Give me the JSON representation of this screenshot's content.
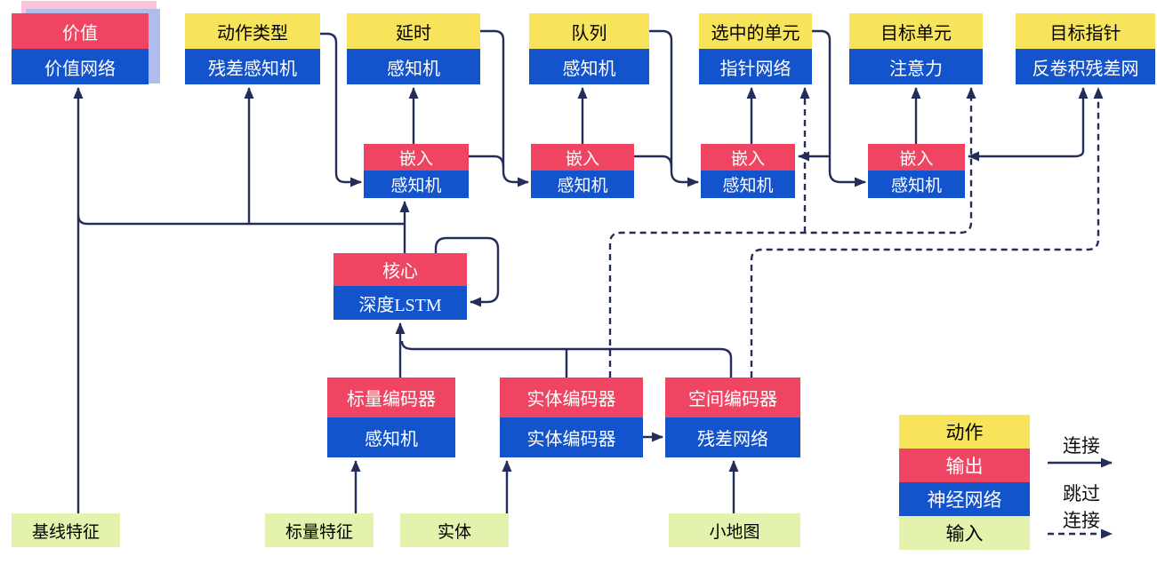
{
  "diagram": {
    "colors": {
      "action_yellow": "#f7e45a",
      "output_red": "#ef4563",
      "network_blue": "#1353cb",
      "input_green": "#e3f2ac",
      "wire_navy": "#232d58",
      "value_shadow_pink": "#f9c4d8",
      "value_shadow_periwinkle": "#aebcee"
    },
    "heads": [
      {
        "top": "价值",
        "bottom": "价值网络"
      },
      {
        "top": "动作类型",
        "bottom": "残差感知机"
      },
      {
        "top": "延时",
        "bottom": "感知机"
      },
      {
        "top": "队列",
        "bottom": "感知机"
      },
      {
        "top": "选中的单元",
        "bottom": "指针网络"
      },
      {
        "top": "目标单元",
        "bottom": "注意力"
      },
      {
        "top": "目标指针",
        "bottom": "反卷积残差网"
      }
    ],
    "embeddings": [
      {
        "top": "嵌入",
        "bottom": "感知机"
      },
      {
        "top": "嵌入",
        "bottom": "感知机"
      },
      {
        "top": "嵌入",
        "bottom": "感知机"
      },
      {
        "top": "嵌入",
        "bottom": "感知机"
      }
    ],
    "core": {
      "top": "核心",
      "bottom": "深度LSTM"
    },
    "encoders": [
      {
        "top": "标量编码器",
        "bottom": "感知机"
      },
      {
        "top": "实体编码器",
        "bottom": "实体编码器"
      },
      {
        "top": "空间编码器",
        "bottom": "残差网络"
      }
    ],
    "inputs": [
      "基线特征",
      "标量特征",
      "实体",
      "小地图"
    ],
    "legend": {
      "items": [
        {
          "label": "动作"
        },
        {
          "label": "输出"
        },
        {
          "label": "神经网络"
        },
        {
          "label": "输入"
        }
      ],
      "solid_arrow_label": "连接",
      "dashed_arrow_label_line1": "跳过",
      "dashed_arrow_label_line2": "连接"
    }
  }
}
